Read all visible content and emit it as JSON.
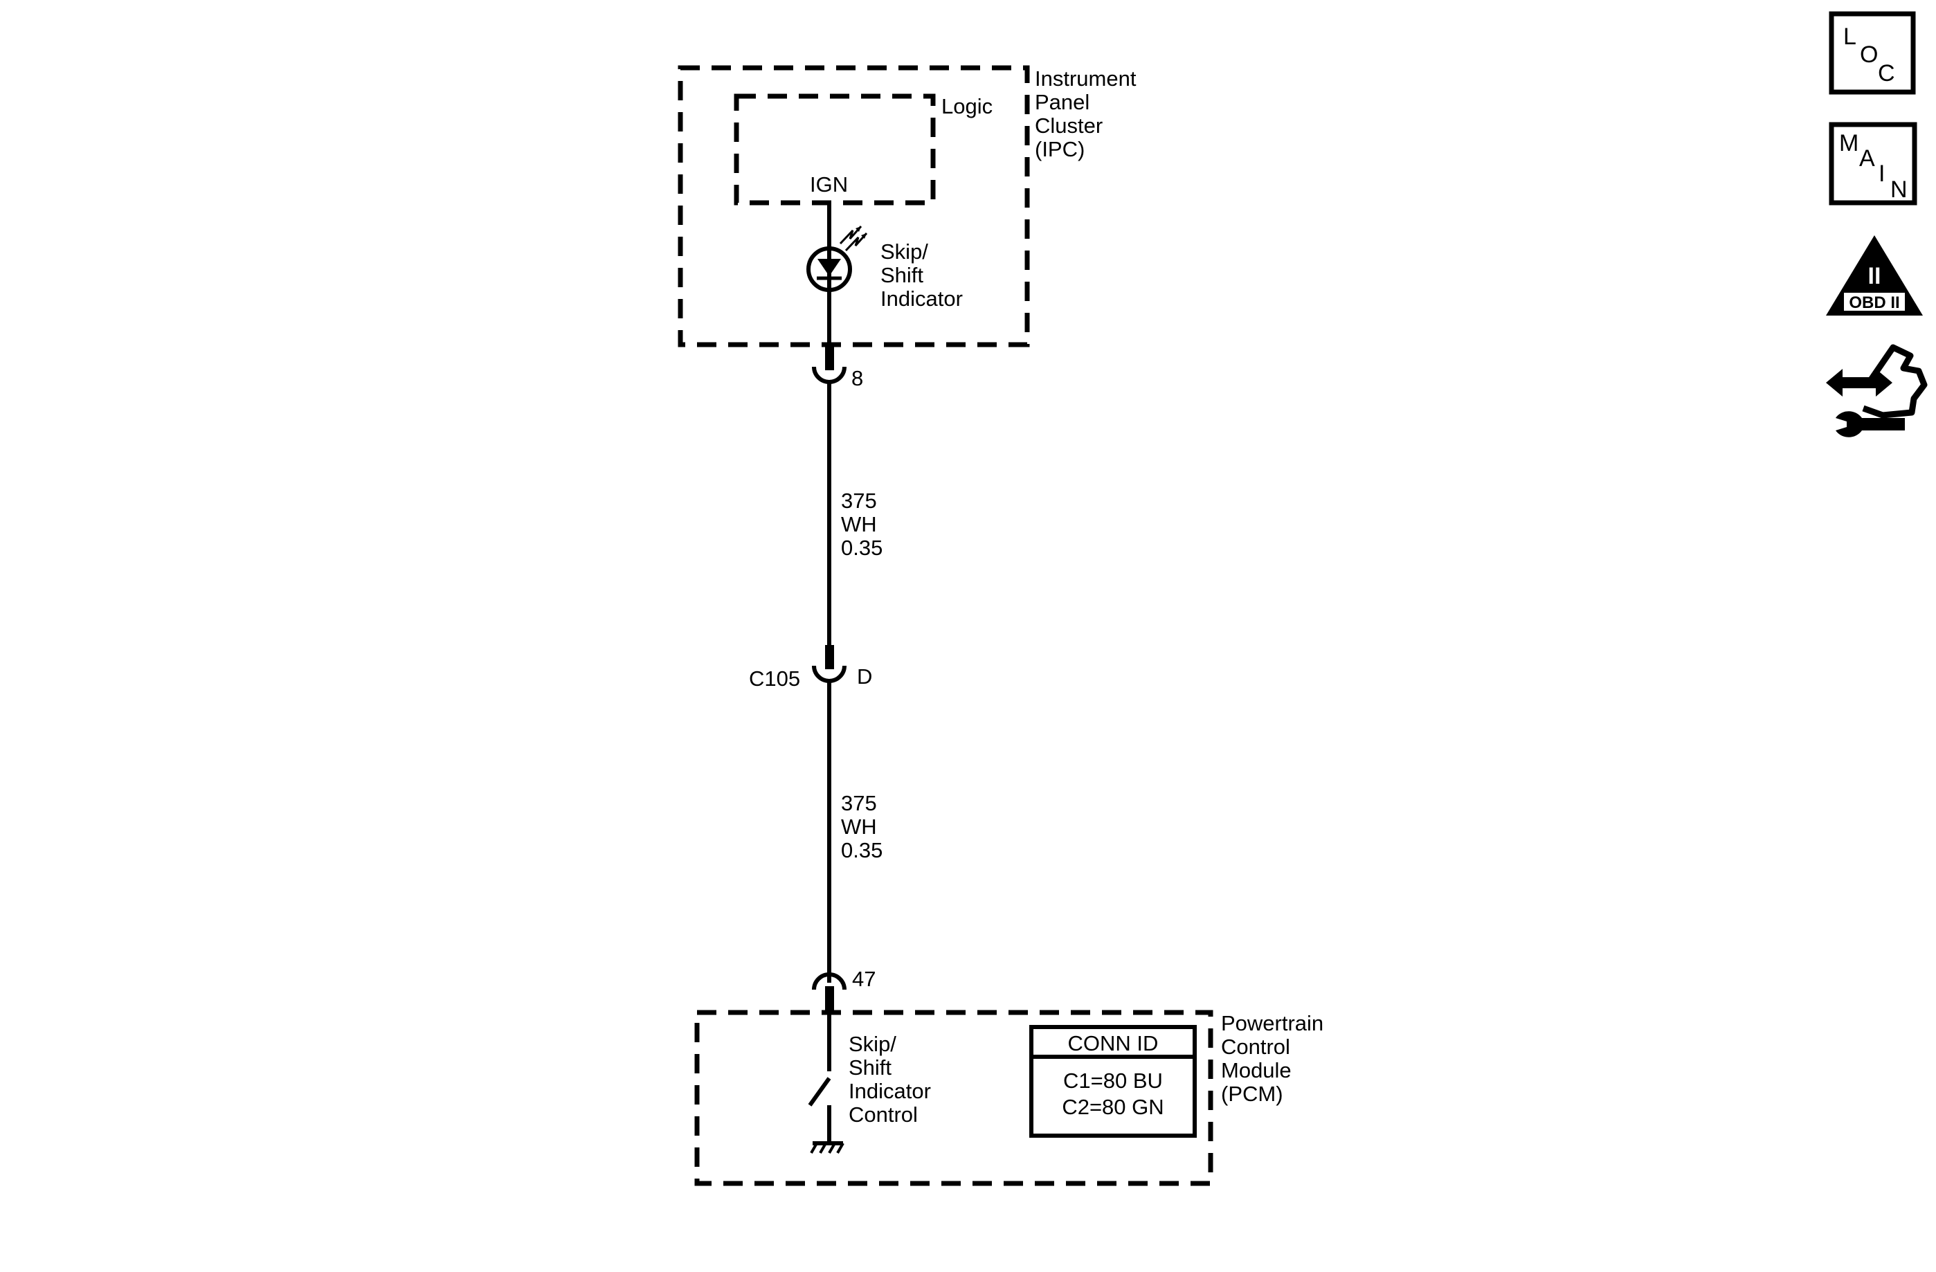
{
  "ipc": {
    "name_lines": [
      "Instrument",
      "Panel",
      "Cluster",
      "(IPC)"
    ],
    "logic_label": "Logic",
    "ign_label": "IGN",
    "indicator_lines": [
      "Skip/",
      "Shift",
      "Indicator"
    ],
    "pin": "8"
  },
  "wire_upper": {
    "circuit": "375",
    "color": "WH",
    "gauge": "0.35"
  },
  "inline_connector": {
    "name": "C105",
    "cavity": "D"
  },
  "wire_lower": {
    "circuit": "375",
    "color": "WH",
    "gauge": "0.35"
  },
  "pcm": {
    "pin": "47",
    "name_lines": [
      "Powertrain",
      "Control",
      "Module",
      "(PCM)"
    ],
    "control_lines": [
      "Skip/",
      "Shift",
      "Indicator",
      "Control"
    ],
    "conn_id": {
      "header": "CONN ID",
      "rows": [
        "C1=80 BU",
        "C2=80 GN"
      ]
    }
  },
  "side_icons": {
    "loc": [
      "L",
      "O",
      "C"
    ],
    "main": [
      "M",
      "A",
      "I",
      "N"
    ],
    "obd": {
      "roman": "II",
      "label": "OBD II"
    },
    "icons": [
      "loc-icon",
      "main-icon",
      "obd-ii-icon",
      "diagnostic-wrench-icon"
    ]
  }
}
